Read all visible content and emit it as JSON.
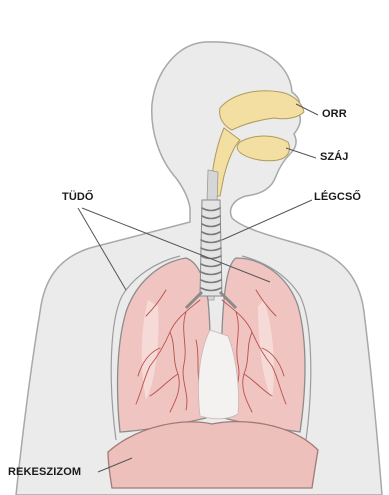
{
  "labels": {
    "nose": "ORR",
    "mouth": "SZÁJ",
    "lungs": "TÜDŐ",
    "trachea": "LÉGCSŐ",
    "diaphragm": "REKESZIZOM"
  },
  "colors": {
    "body_fill": "#ebebeb",
    "body_outline": "#a8a8a8",
    "lung_fill": "#f0c4c0",
    "lung_highlight": "#f8e0dc",
    "lung_vessels": "#b8504c",
    "airway_fill": "#f3dfa2",
    "airway_outline": "#b09a5a",
    "diaphragm_fill": "#eec0bb",
    "leader_line": "#555555"
  }
}
